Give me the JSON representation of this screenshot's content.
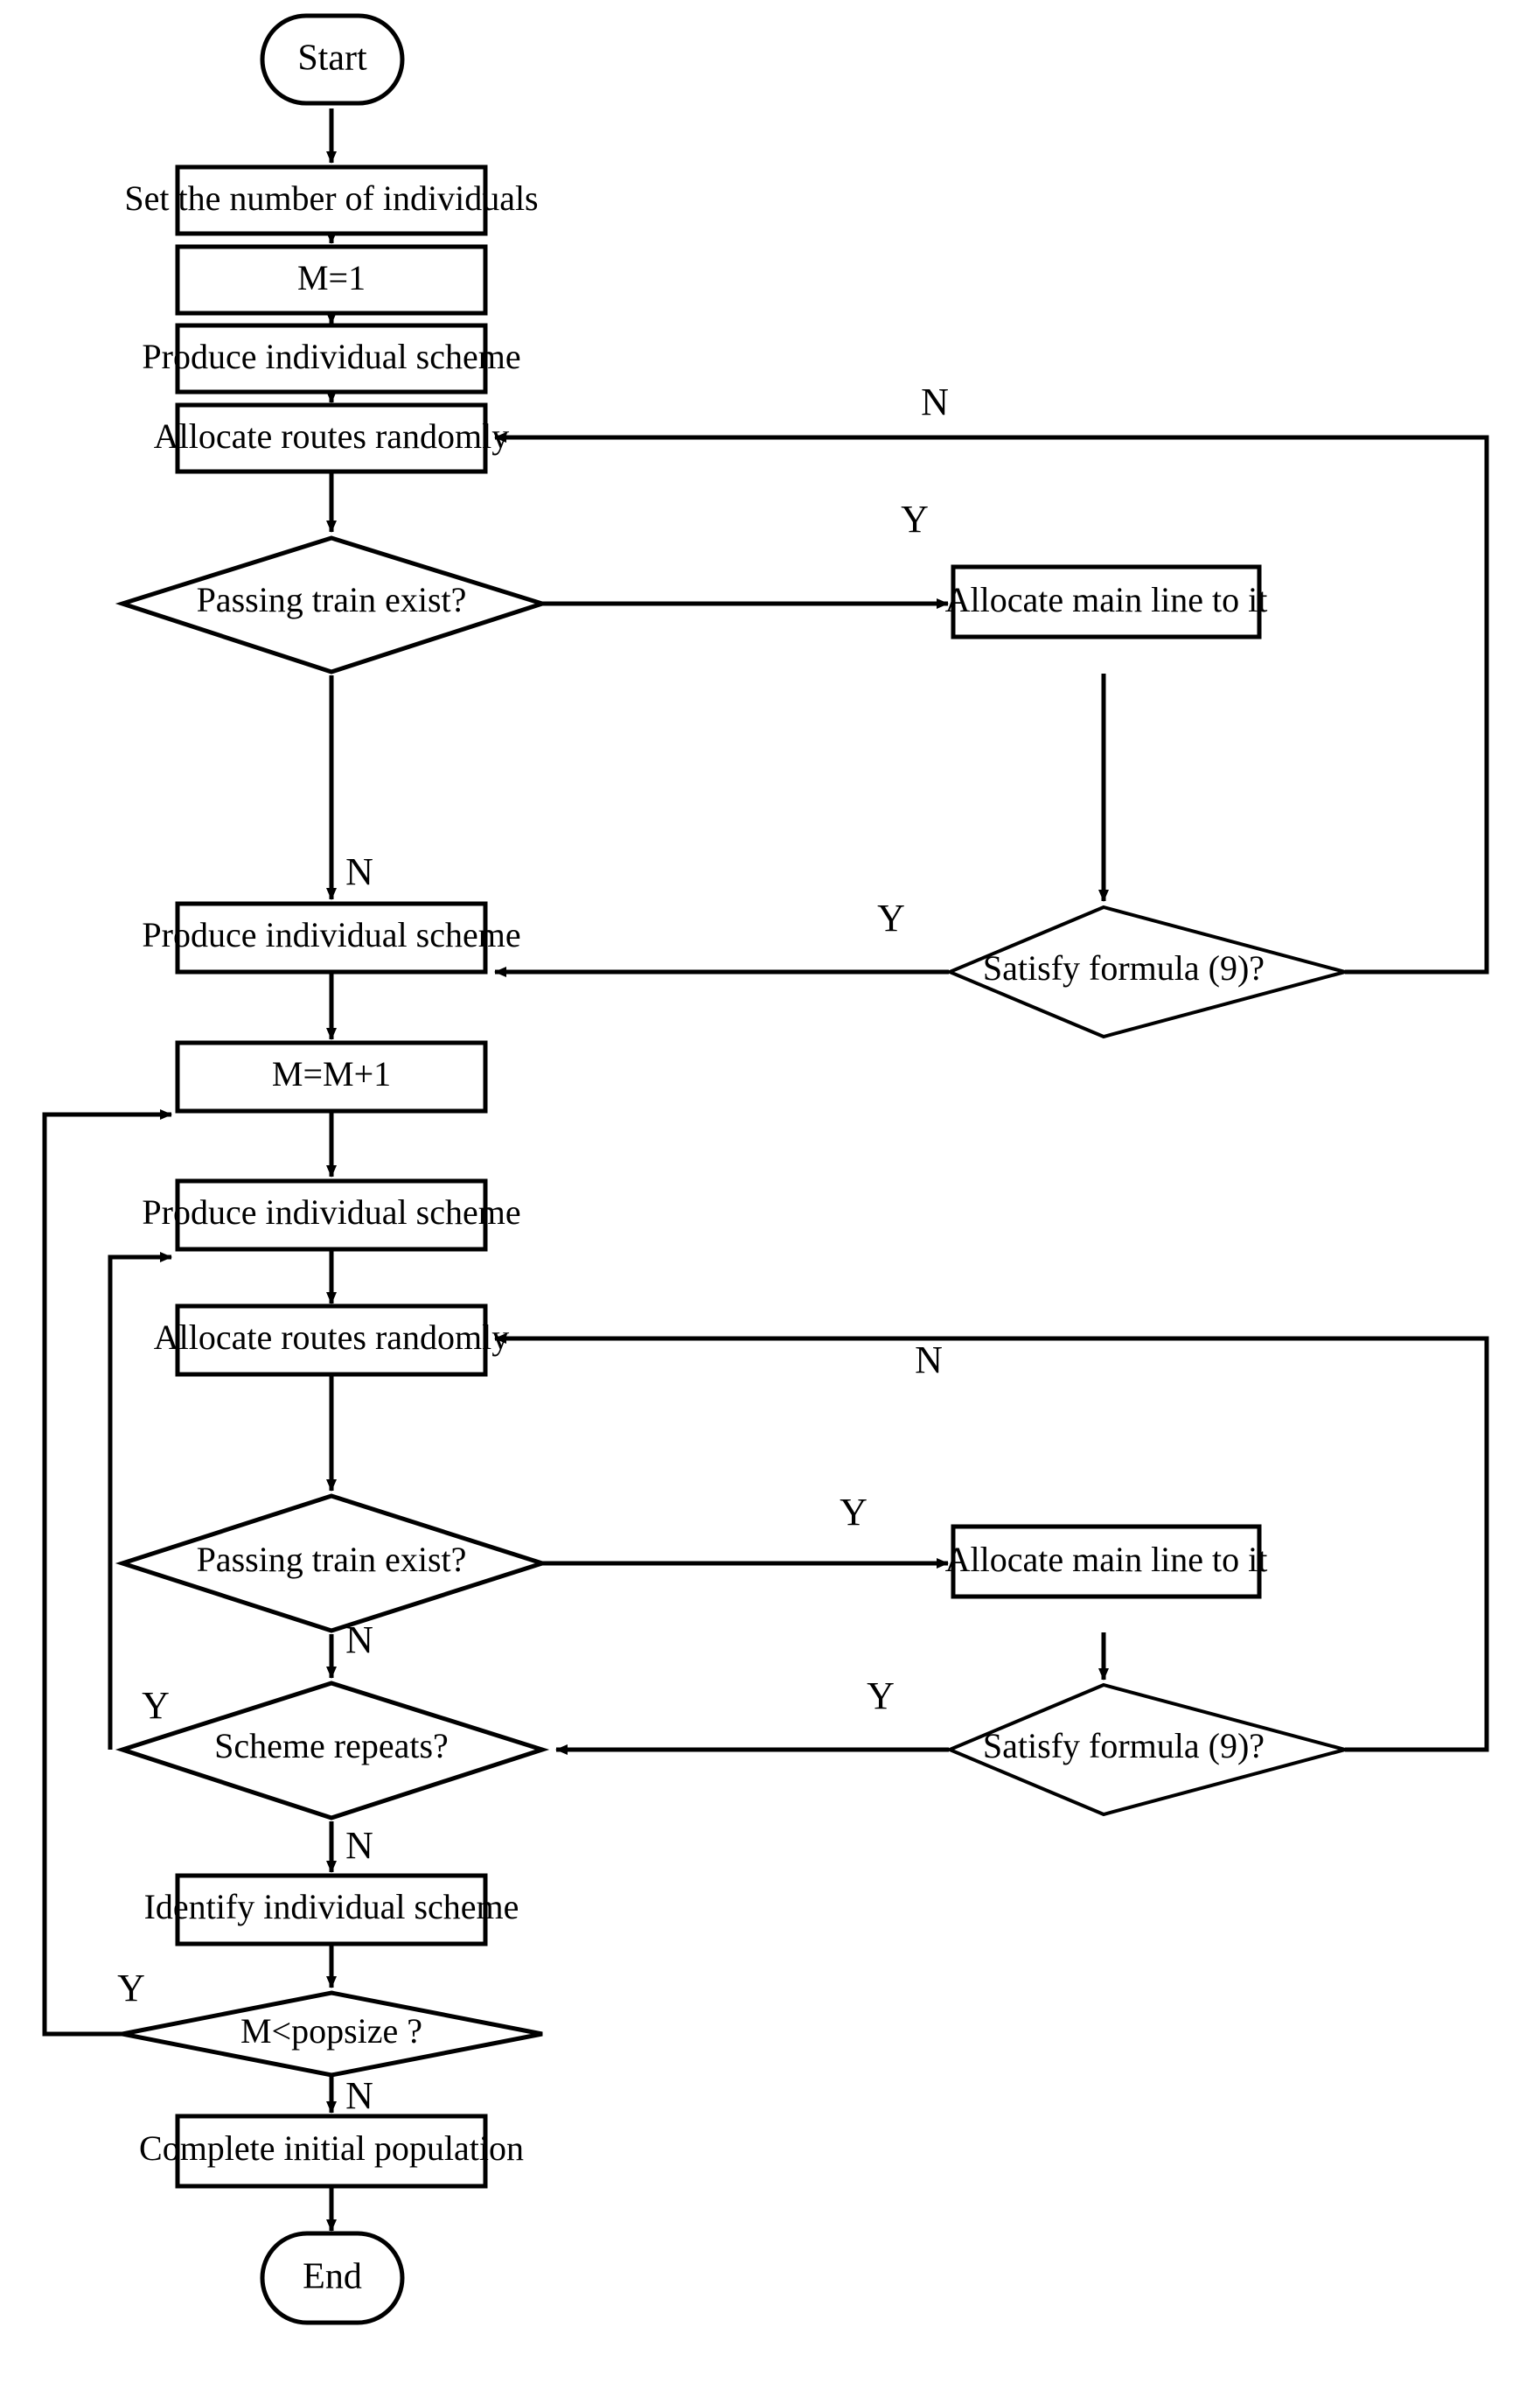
{
  "diagram": {
    "type": "flowchart",
    "title": "Initial population generation flowchart",
    "nodes": [
      {
        "id": "start",
        "kind": "terminator",
        "label": "Start"
      },
      {
        "id": "set_num",
        "kind": "process",
        "label": "Set the number of individuals"
      },
      {
        "id": "m_eq_1",
        "kind": "process",
        "label": "M=1"
      },
      {
        "id": "produce1",
        "kind": "process",
        "label": "Produce individual scheme"
      },
      {
        "id": "allocate1",
        "kind": "process",
        "label": "Allocate routes randomly"
      },
      {
        "id": "passing1",
        "kind": "decision",
        "label": "Passing train exist?"
      },
      {
        "id": "mainline1",
        "kind": "process",
        "label": "Allocate main line to it"
      },
      {
        "id": "satisfy1",
        "kind": "decision",
        "label": "Satisfy formula (9)?"
      },
      {
        "id": "produce2",
        "kind": "process",
        "label": "Produce individual scheme"
      },
      {
        "id": "m_plus_1",
        "kind": "process",
        "label": "M=M+1"
      },
      {
        "id": "produce3",
        "kind": "process",
        "label": "Produce individual scheme"
      },
      {
        "id": "allocate2",
        "kind": "process",
        "label": "Allocate routes randomly"
      },
      {
        "id": "passing2",
        "kind": "decision",
        "label": "Passing  train exist?"
      },
      {
        "id": "mainline2",
        "kind": "process",
        "label": "Allocate main line to it"
      },
      {
        "id": "satisfy2",
        "kind": "decision",
        "label": "Satisfy formula (9)?"
      },
      {
        "id": "repeats",
        "kind": "decision",
        "label": "Scheme repeats?"
      },
      {
        "id": "identify",
        "kind": "process",
        "label": "Identify individual scheme"
      },
      {
        "id": "popsize",
        "kind": "decision",
        "label": "M<popsize ?"
      },
      {
        "id": "complete",
        "kind": "process",
        "label": "Complete initial population"
      },
      {
        "id": "end",
        "kind": "terminator",
        "label": "End"
      }
    ],
    "edge_labels": {
      "n_loop_top": "N",
      "passing1_yes": "Y",
      "passing1_no": "N",
      "satisfy1_yes": "Y",
      "n_loop_bottom": "N",
      "passing2_yes": "Y",
      "passing2_no": "N",
      "satisfy2_yes": "Y",
      "repeats_yes": "Y",
      "repeats_no": "N",
      "popsize_yes": "Y",
      "popsize_no": "N"
    },
    "colors": {
      "stroke": "#000000",
      "fill": "#ffffff",
      "background": "#ffffff"
    }
  }
}
